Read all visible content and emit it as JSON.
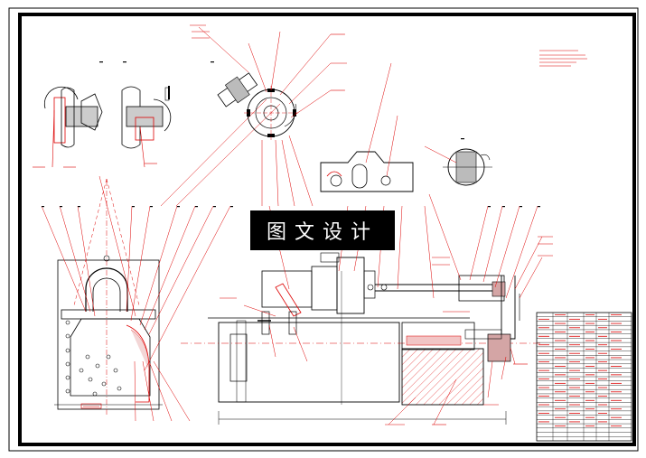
{
  "watermark": {
    "text": "图文设计"
  },
  "colors": {
    "sheet_line": "#000000",
    "leader": "#ff0000",
    "drawing": "#000000",
    "stamp_bg": "#000000",
    "stamp_text": "#ffffff"
  },
  "views": [
    {
      "name": "section-view-left-a"
    },
    {
      "name": "section-view-left-b"
    },
    {
      "name": "front-view-clamp"
    },
    {
      "name": "main-assembly-view"
    },
    {
      "name": "bracket-view"
    },
    {
      "name": "round-part-view"
    },
    {
      "name": "detail-view-top"
    }
  ],
  "title_block": {
    "rows": 30,
    "columns": 6
  },
  "notes_block": {
    "lines": 5
  }
}
